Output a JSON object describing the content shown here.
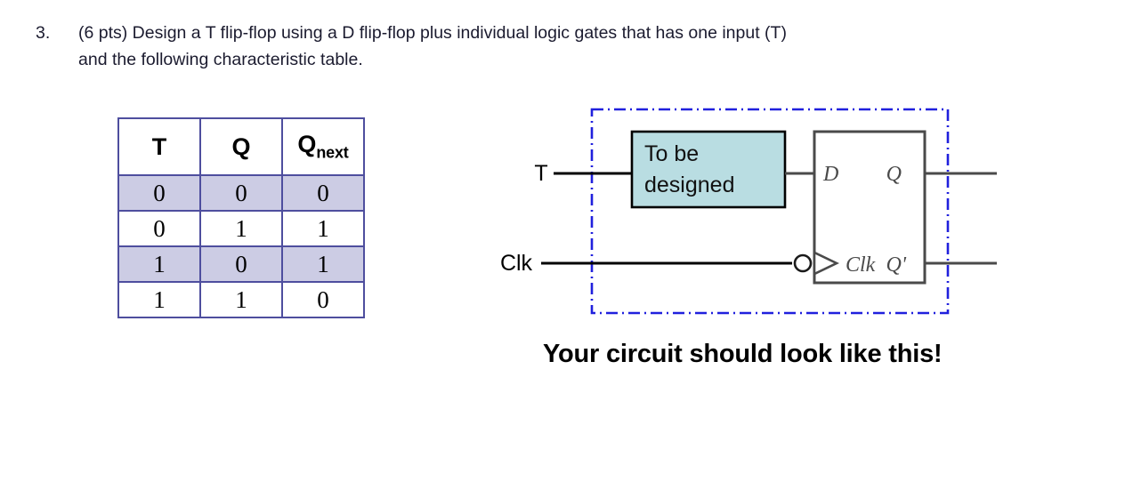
{
  "question": {
    "number": "3.",
    "line1": "(6 pts) Design a T flip-flop using a D flip-flop plus individual logic gates that has one input (T)",
    "line2": "and the following characteristic table."
  },
  "table": {
    "headers": [
      "T",
      "Q",
      "Q"
    ],
    "header_subscripts": [
      "",
      "",
      "next"
    ],
    "rows": [
      {
        "cells": [
          "0",
          "0",
          "0"
        ],
        "shaded": true
      },
      {
        "cells": [
          "0",
          "1",
          "1"
        ],
        "shaded": false
      },
      {
        "cells": [
          "1",
          "0",
          "1"
        ],
        "shaded": true
      },
      {
        "cells": [
          "1",
          "1",
          "0"
        ],
        "shaded": false
      }
    ],
    "border_color": "#4e4e9e",
    "shade_color": "#ccccE4"
  },
  "circuit": {
    "input_t_label": "T",
    "input_clk_label": "Clk",
    "combinational_block": {
      "line1": "To be",
      "line2": "designed",
      "fill_color": "#b9dde2",
      "stroke_color": "#000000"
    },
    "flipflop": {
      "d_label": "D",
      "clk_label": "Clk",
      "q_label": "Q",
      "qbar_label": "Q'",
      "stroke_color": "#4a4a4a"
    },
    "boundary_color": "#2020dd",
    "wire_color": "#000000"
  },
  "caption": "Your circuit should look like this!"
}
